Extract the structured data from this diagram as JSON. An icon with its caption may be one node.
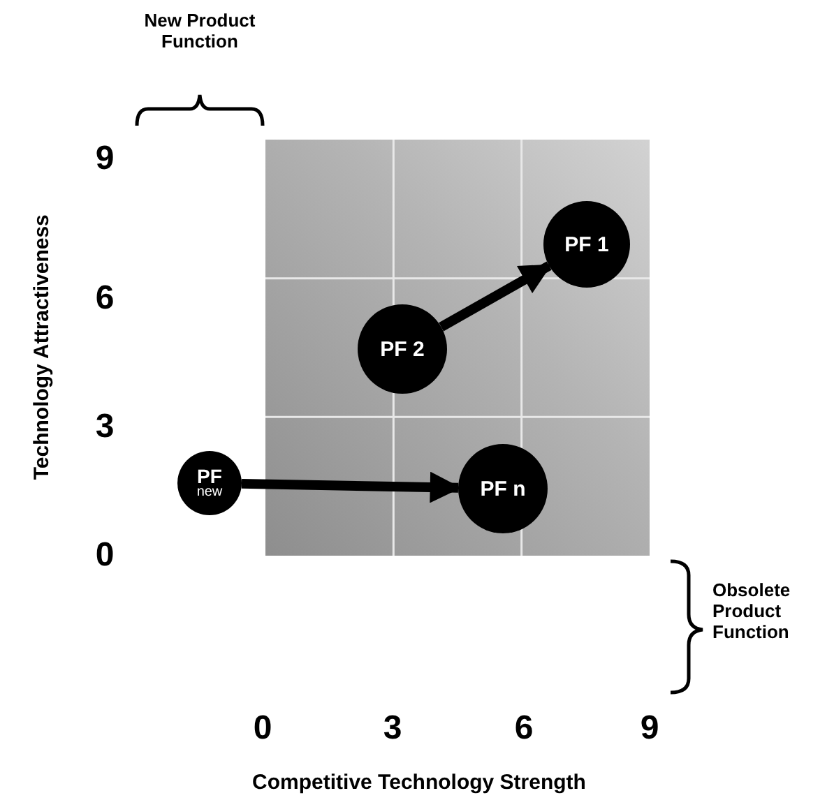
{
  "diagram": {
    "nodes": [
      {
        "text": [
          "PF 1"
        ]
      },
      {
        "text": [
          "PF 2"
        ]
      },
      {
        "text": [
          "PF",
          "new"
        ]
      },
      {
        "text": [
          "PF n"
        ]
      }
    ],
    "edges": [
      {
        "from": 1,
        "to": 0,
        "arrow": "to"
      },
      {
        "from": 2,
        "to": 3,
        "arrow": "to"
      }
    ],
    "labels": [
      "New Product Function",
      "Technology Attractiveness",
      "9",
      "6",
      "3",
      "0",
      "0",
      "3",
      "6",
      "9",
      "Obsolete Product Function",
      "Competitive Technology Strength"
    ]
  }
}
